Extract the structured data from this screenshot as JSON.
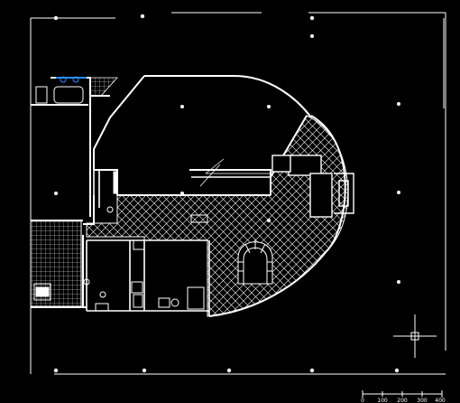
{
  "colors": {
    "background": "#000000",
    "lines": "#ffffff",
    "fixture_accent": "#2a8cff"
  },
  "scale_bar": {
    "ticks": [
      "0",
      "100",
      "200",
      "300",
      "400"
    ]
  }
}
